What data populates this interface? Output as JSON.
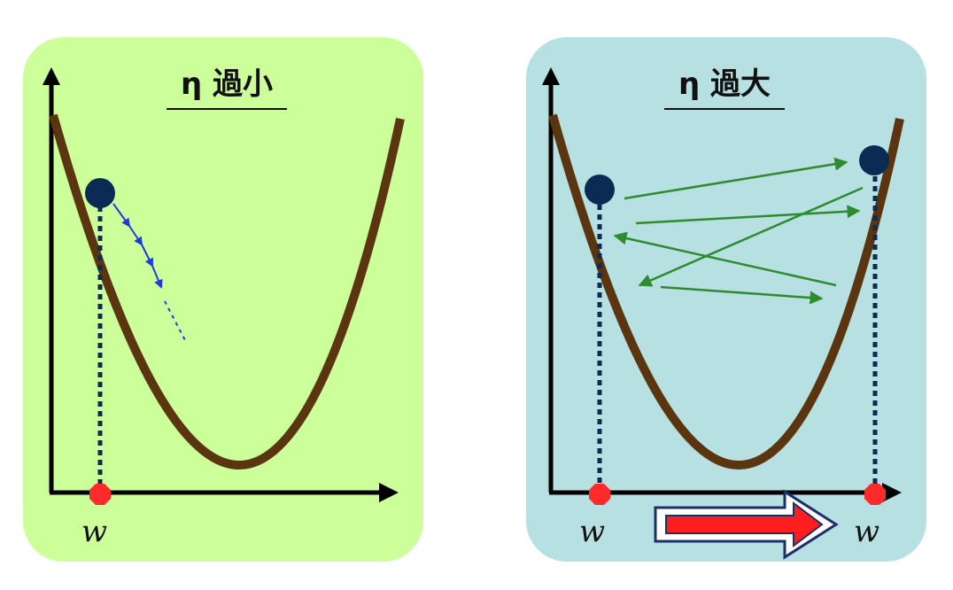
{
  "panels": {
    "small": {
      "title": "η 過小",
      "w_label": "w",
      "background": "#ccff99"
    },
    "large": {
      "title": "η 過大",
      "w_label_left": "w",
      "w_label_right": "w",
      "background": "#b7e0e3"
    }
  },
  "colors": {
    "curve": "#5a3510",
    "ball": "#0b2b55",
    "marker": "#ff2a2a",
    "small_steps": "#1e3bdc",
    "large_steps": "#2e8b2e",
    "big_arrow_fill": "#ff1e1e",
    "big_arrow_outline": "#1b2f6b"
  }
}
